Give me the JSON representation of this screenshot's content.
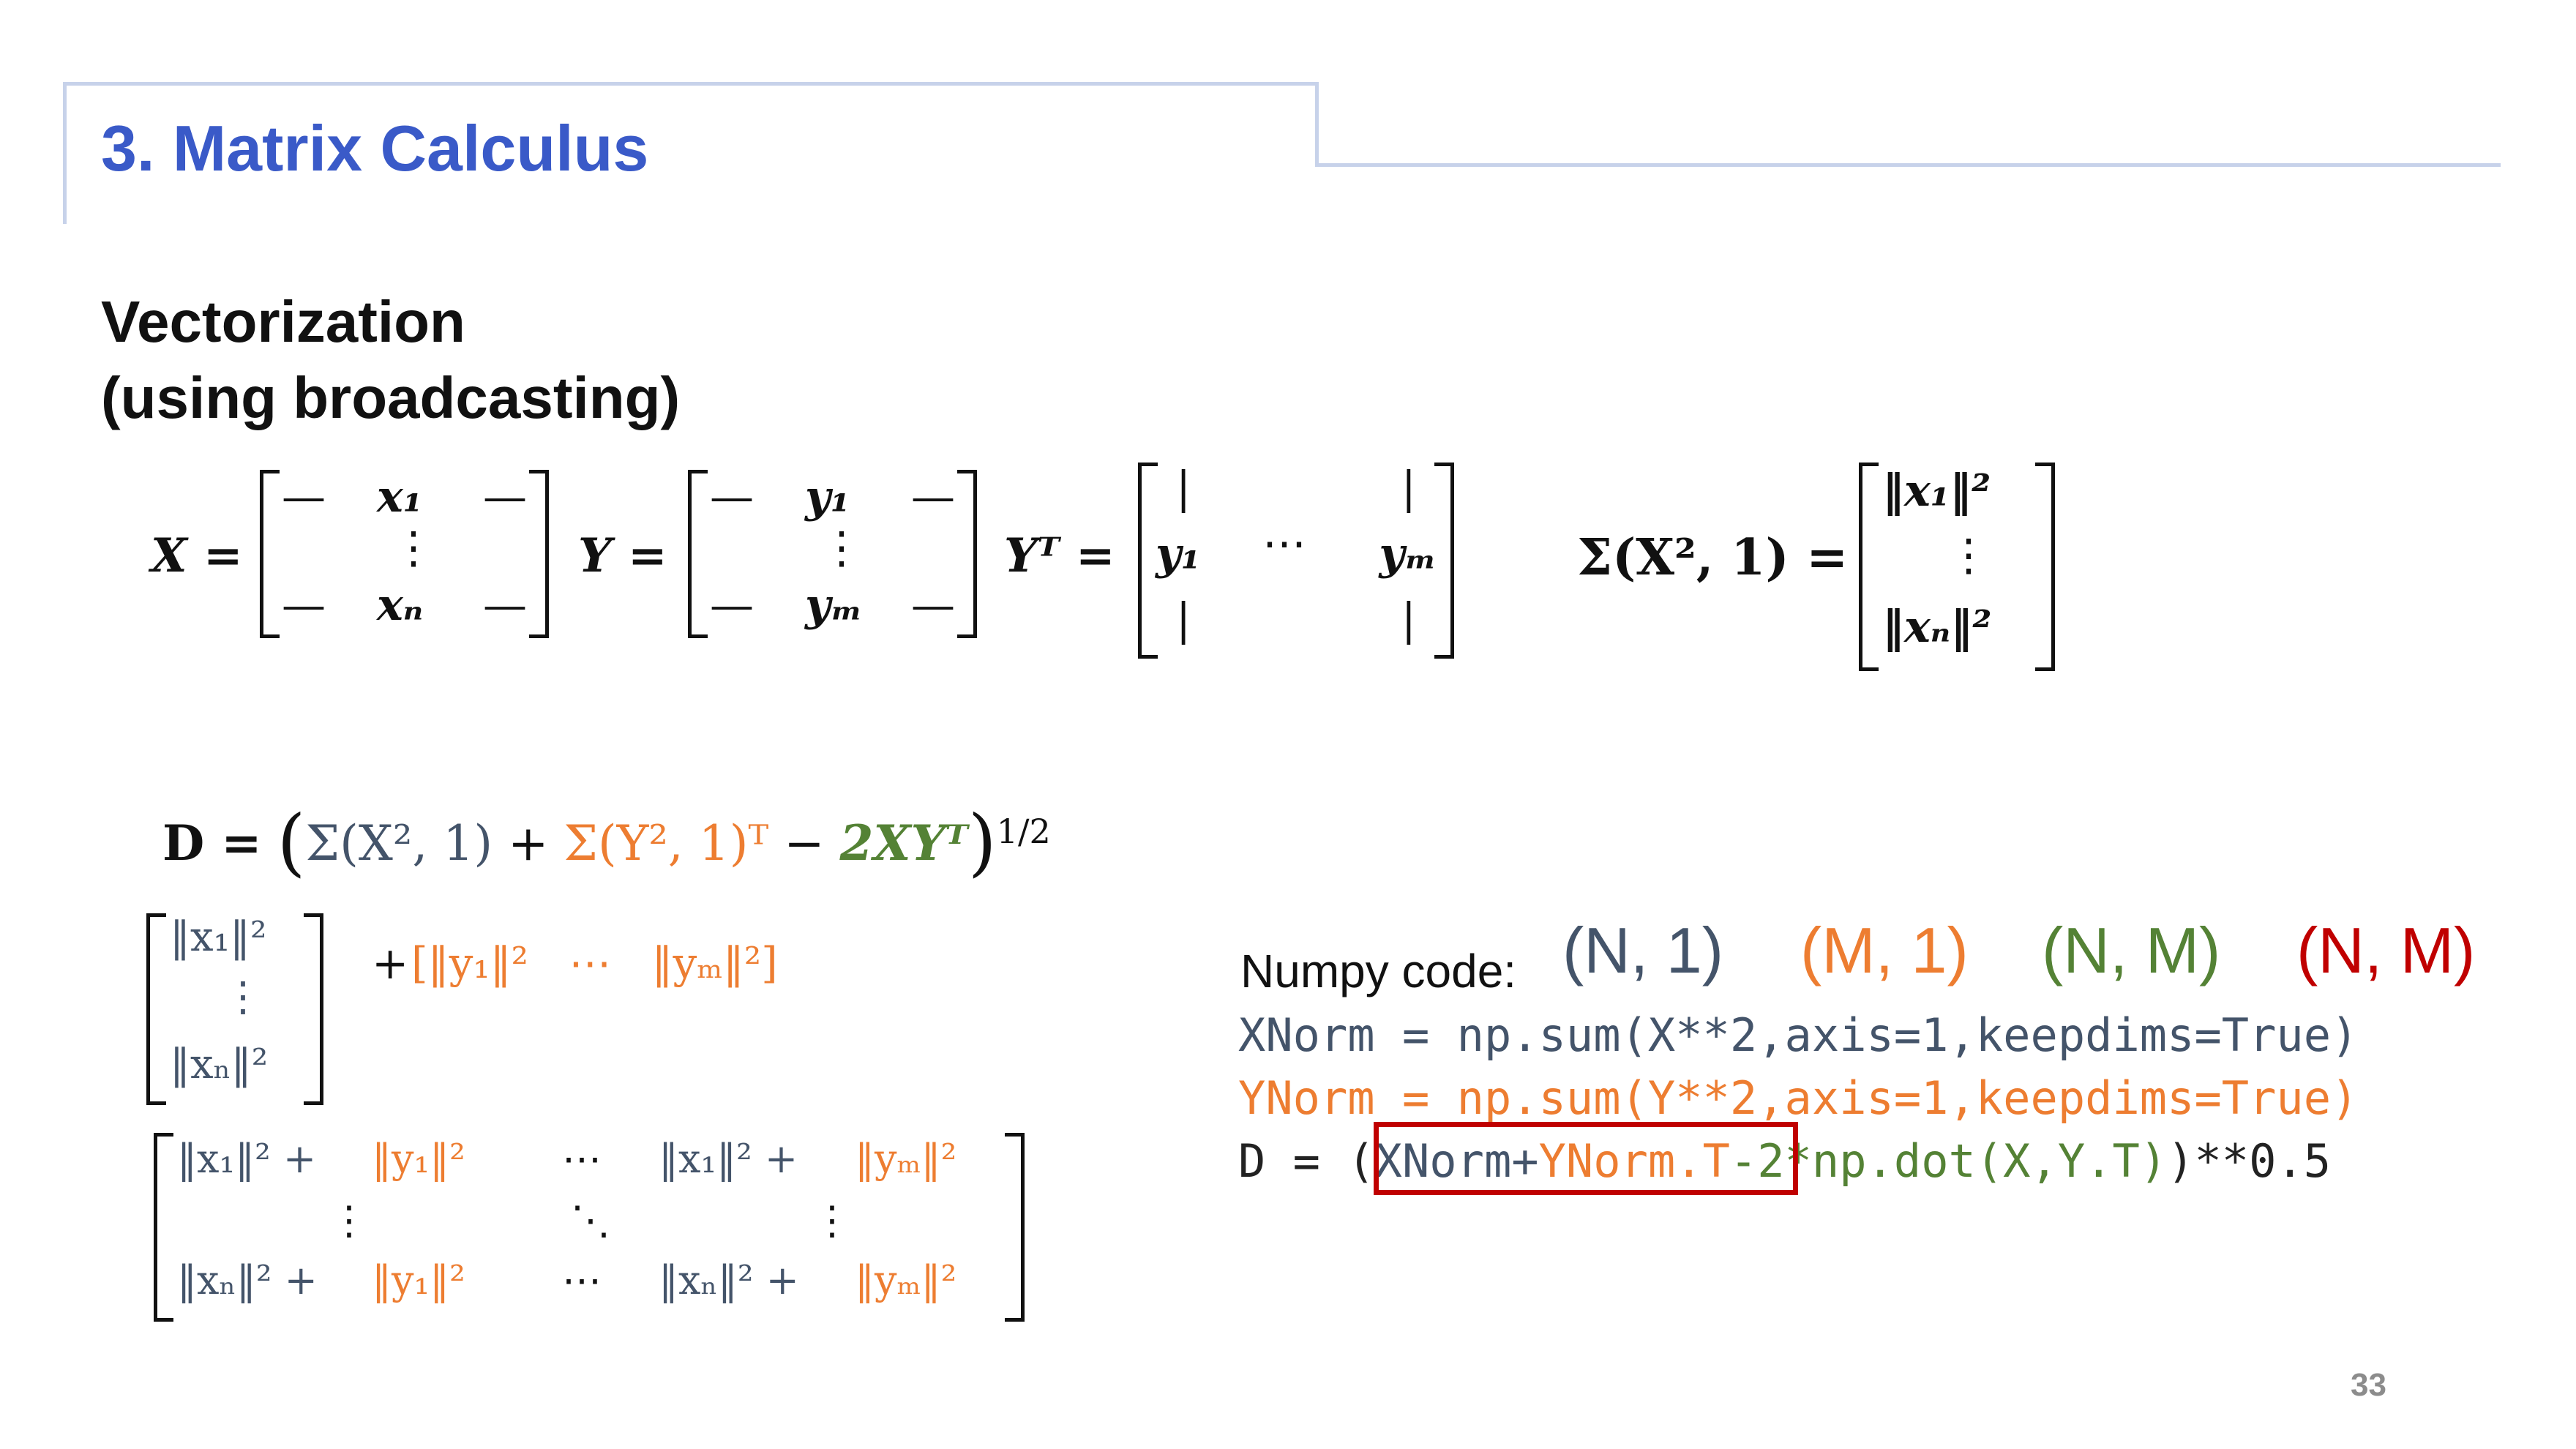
{
  "slide": {
    "title": "3. Matrix Calculus",
    "heading_line1": "Vectorization",
    "heading_line2": "(using broadcasting)",
    "page_number": "33"
  },
  "definitions": {
    "X_label": "X =",
    "X_rows": [
      "x₁",
      "⋮",
      "xₙ"
    ],
    "Y_label": "Y =",
    "Y_rows": [
      "y₁",
      "⋮",
      "yₘ"
    ],
    "YT_label": "Yᵀ =",
    "YT_cols": [
      "y₁",
      "⋯",
      "yₘ"
    ],
    "sum_label": "Σ(X², 1) =",
    "sum_rows": [
      "‖x₁‖²",
      "⋮",
      "‖xₙ‖²"
    ]
  },
  "distance_formula": {
    "lhs": "D =",
    "term1": "Σ(X², 1)",
    "plus": "+",
    "term2": "Σ(Y², 1)ᵀ",
    "minus": "−",
    "term3": "2XYᵀ",
    "exponent": "1/2"
  },
  "broadcast": {
    "col_rows": [
      "‖x₁‖²",
      "⋮",
      "‖xₙ‖²"
    ],
    "plus": "+",
    "row_text": "[‖y₁‖²   ⋯   ‖yₘ‖²]",
    "result_r1_x1": "‖x₁‖² +",
    "result_r1_y1": "‖y₁‖²",
    "result_r1_dots": "⋯",
    "result_r1_x2": "‖x₁‖² +",
    "result_r1_y2": "‖yₘ‖²",
    "result_r2_v1": "⋮",
    "result_r2_d": "⋱",
    "result_r2_v2": "⋮",
    "result_r3_x1": "‖xₙ‖² +",
    "result_r3_y1": "‖y₁‖²",
    "result_r3_dots": "⋯",
    "result_r3_x2": "‖xₙ‖² +",
    "result_r3_y2": "‖yₘ‖²"
  },
  "numpy": {
    "label": "Numpy code:",
    "shapes": [
      "(N, 1)",
      "(M, 1)",
      "(N, M)",
      "(N, M)"
    ],
    "line1": "XNorm = np.sum(X**2,axis=1,keepdims=True)",
    "line2": "YNorm = np.sum(Y**2,axis=1,keepdims=True)",
    "line3_a": "D = (",
    "line3_b": "XNorm+",
    "line3_c": "YNorm.T",
    "line3_d": "-2*np.dot(X,Y.T)",
    "line3_e": ")**0.5"
  },
  "colors": {
    "title": "#3a5ac8",
    "gray": "#44546a",
    "orange": "#ed7d31",
    "green": "#548235",
    "red": "#c00000"
  }
}
